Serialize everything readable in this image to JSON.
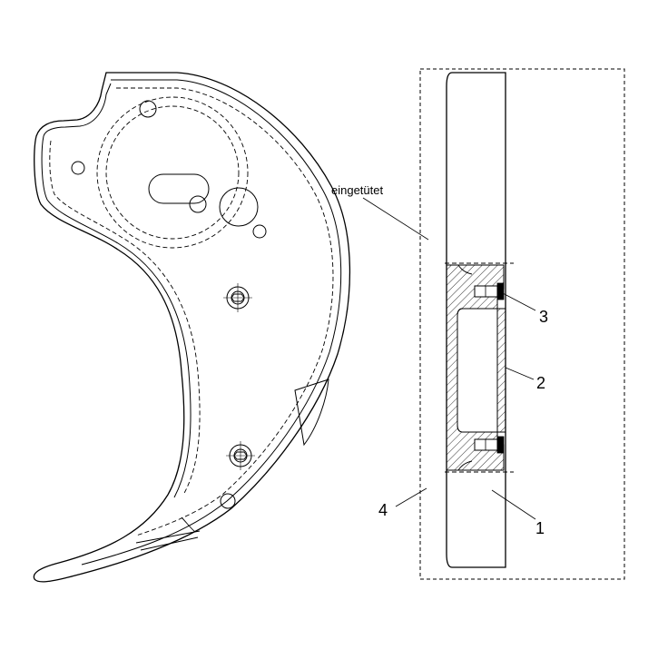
{
  "labels": {
    "annotation": "eingetütet",
    "part_1": "1",
    "part_2": "2",
    "part_3": "3",
    "part_4": "4"
  },
  "colors": {
    "line": "#000000",
    "background": "#ffffff"
  }
}
